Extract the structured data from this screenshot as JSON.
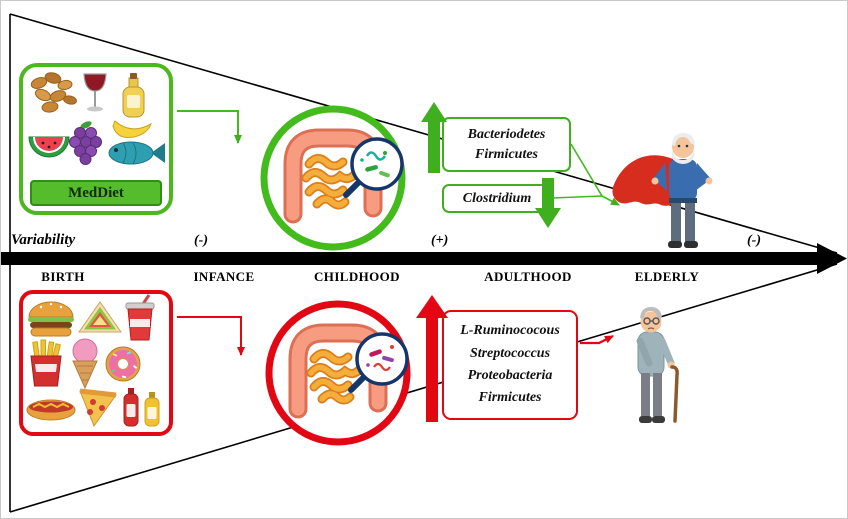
{
  "figure": {
    "type": "diagram",
    "topic": "Diet and gut microbiota composition across the lifespan"
  },
  "colors": {
    "healthy_green": "#3fae1f",
    "unhealthy_red": "#e30613",
    "timeline_black": "#000000",
    "gut_pink": "#f79c80",
    "gut_orange": "#f6ad3a"
  },
  "timeline": {
    "variability_label": "Variability",
    "signs": {
      "infance": "(-)",
      "adulthood": "(+)",
      "elderly": "(-)"
    },
    "stages": [
      "BIRTH",
      "INFANCE",
      "CHILDHOOD",
      "ADULTHOOD",
      "ELDERLY"
    ]
  },
  "healthy_pathway": {
    "diet_label": "MedDiet",
    "food_icons": [
      "mixed-nuts",
      "red-wine",
      "olive-oil",
      "watermelon",
      "grapes",
      "banana",
      "fish"
    ],
    "increased_taxa": [
      "Bacteriodetes",
      "Firmicutes"
    ],
    "decreased_taxa": [
      "Clostridium"
    ],
    "gut_icon": "gut-with-magnifier-green-bacteria",
    "outcome_icon": "healthy-elderly-superhero"
  },
  "unhealthy_pathway": {
    "food_icons": [
      "burger",
      "sandwich",
      "soda",
      "french-fries",
      "ice-cream",
      "donut",
      "hot-dog",
      "pizza",
      "ketchup",
      "mustard"
    ],
    "increased_taxa": [
      "L-Ruminococous",
      "Streptococcus",
      "Proteobacteria",
      "Firmicutes"
    ],
    "gut_icon": "gut-with-magnifier-red-bacteria",
    "outcome_icon": "frail-elderly-man-with-cane"
  }
}
